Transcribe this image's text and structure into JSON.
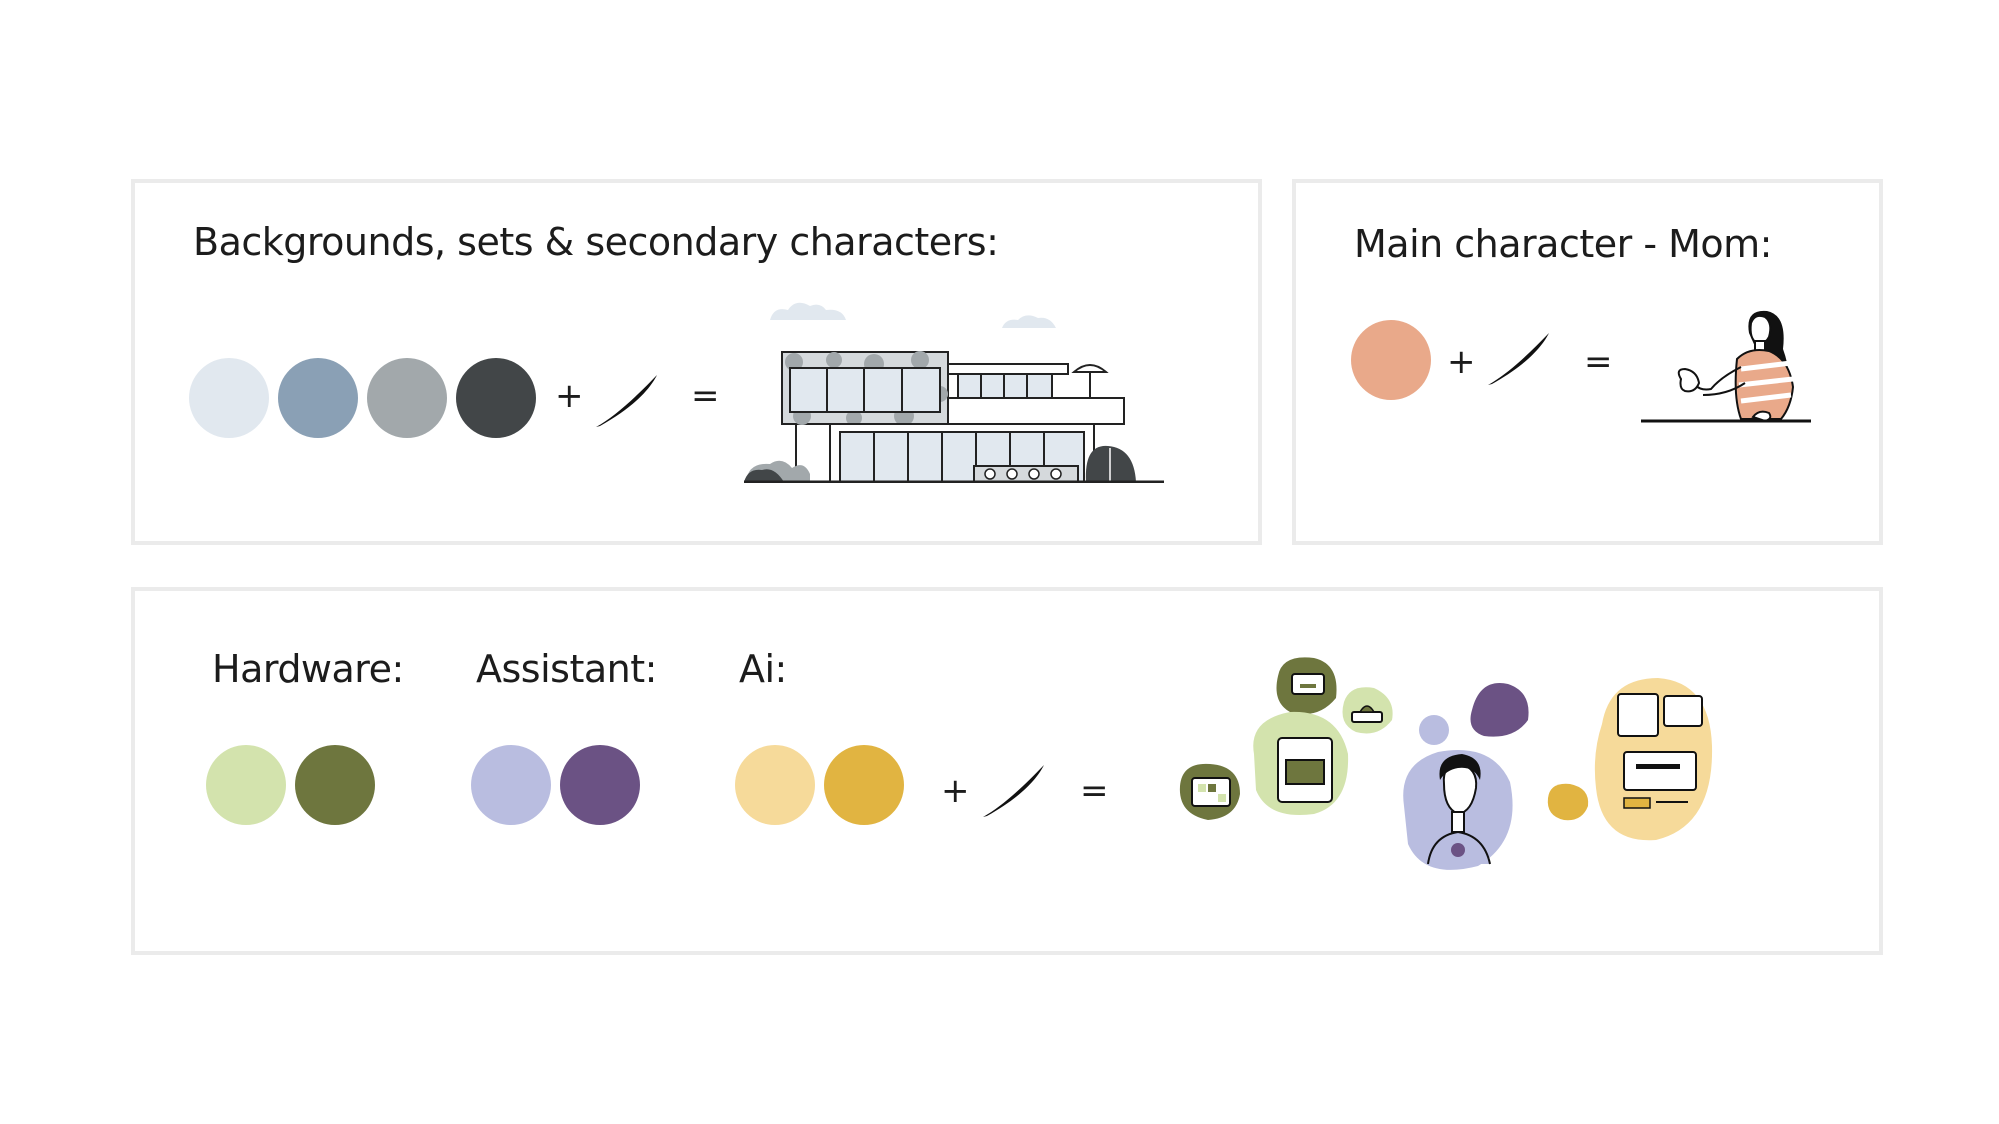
{
  "panels": {
    "backgrounds": {
      "title": "Backgrounds, sets & secondary characters:",
      "colors": [
        "#e1e8ef",
        "#8aa0b5",
        "#a2a8ab",
        "#424648"
      ],
      "plus": "+",
      "equals": "="
    },
    "mom": {
      "title": "Main character - Mom:",
      "colors": [
        "#e9a98a"
      ],
      "plus": "+",
      "equals": "="
    },
    "bottom": {
      "hardware": {
        "title": "Hardware:",
        "colors": [
          "#d3e3ad",
          "#6e763e"
        ]
      },
      "assistant": {
        "title": "Assistant:",
        "colors": [
          "#b9bde0",
          "#6b5284"
        ]
      },
      "ai": {
        "title": "Ai:",
        "colors": [
          "#f6da9a",
          "#e1b441"
        ]
      },
      "plus": "+",
      "equals": "="
    }
  },
  "icons": {
    "brush": "brush-stroke-icon",
    "house": "modern-house-illustration",
    "mom": "mom-character-illustration",
    "cluster": "hardware-assistant-ai-illustration"
  }
}
